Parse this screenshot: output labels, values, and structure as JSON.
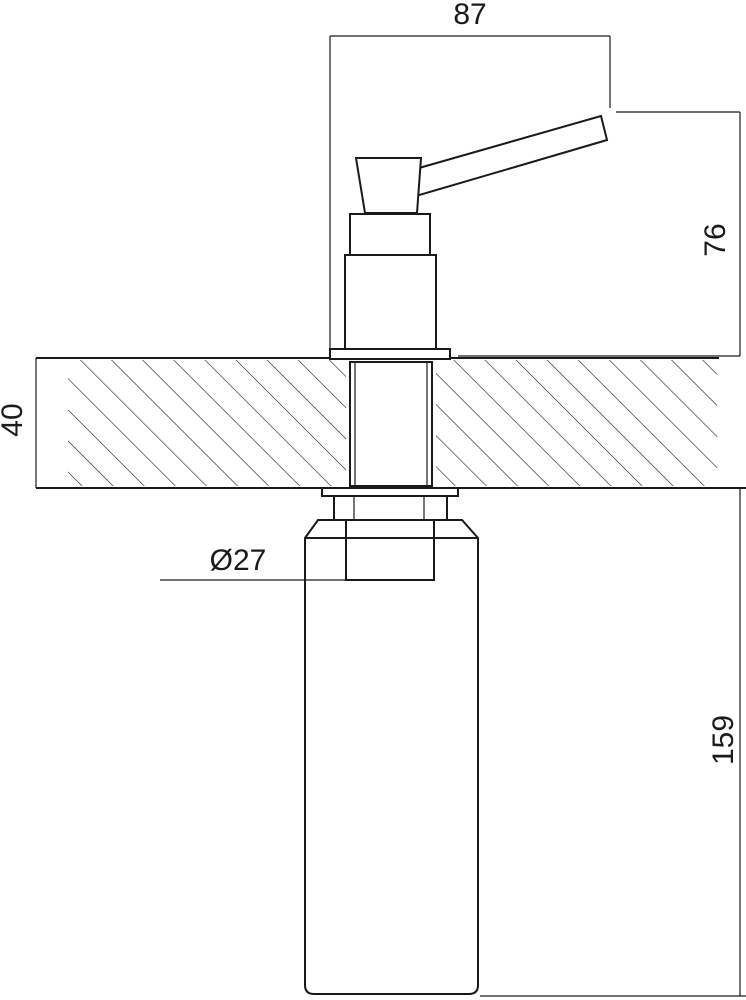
{
  "dimensions": {
    "width_label": "87",
    "height_above_label": "76",
    "counter_thickness_label": "40",
    "diameter_label": "Ø27",
    "bottle_length_label": "159"
  },
  "colors": {
    "line": "#1a1a1a",
    "background": "#ffffff"
  }
}
